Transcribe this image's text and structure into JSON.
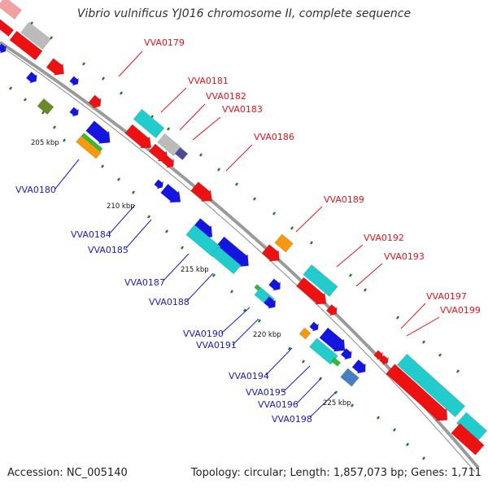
{
  "title": "Vibrio vulnificus YJ016 chromosome II, complete sequence",
  "accession": "Accession: NC_005140",
  "topology": "Topology: circular; Length: 1,857,073 bp; Genes: 1,711",
  "colors": {
    "forward_label": "#e8141c",
    "reverse_label": "#1a1ad2",
    "backbone": "#9a9a9a",
    "tick": "#1f7a1f"
  },
  "ticks": [
    {
      "label": "205 kbp"
    },
    {
      "label": "210 kbp"
    },
    {
      "label": "215 kbp"
    },
    {
      "label": "220 kbp"
    },
    {
      "label": "225 kbp"
    }
  ],
  "forward_labels": [
    {
      "label": "VVA0179"
    },
    {
      "label": "VVA0181"
    },
    {
      "label": "VVA0182"
    },
    {
      "label": "VVA0183"
    },
    {
      "label": "VVA0186"
    },
    {
      "label": "VVA0189"
    },
    {
      "label": "VVA0192"
    },
    {
      "label": "VVA0193"
    },
    {
      "label": "VVA0197"
    },
    {
      "label": "VVA0199"
    }
  ],
  "reverse_labels": [
    {
      "label": "VVA0180"
    },
    {
      "label": "VVA0184"
    },
    {
      "label": "VVA0185"
    },
    {
      "label": "VVA0187"
    },
    {
      "label": "VVA0188"
    },
    {
      "label": "VVA0190"
    },
    {
      "label": "VVA0191"
    },
    {
      "label": "VVA0194"
    },
    {
      "label": "VVA0195"
    },
    {
      "label": "VVA0196"
    },
    {
      "label": "VVA0198"
    }
  ]
}
